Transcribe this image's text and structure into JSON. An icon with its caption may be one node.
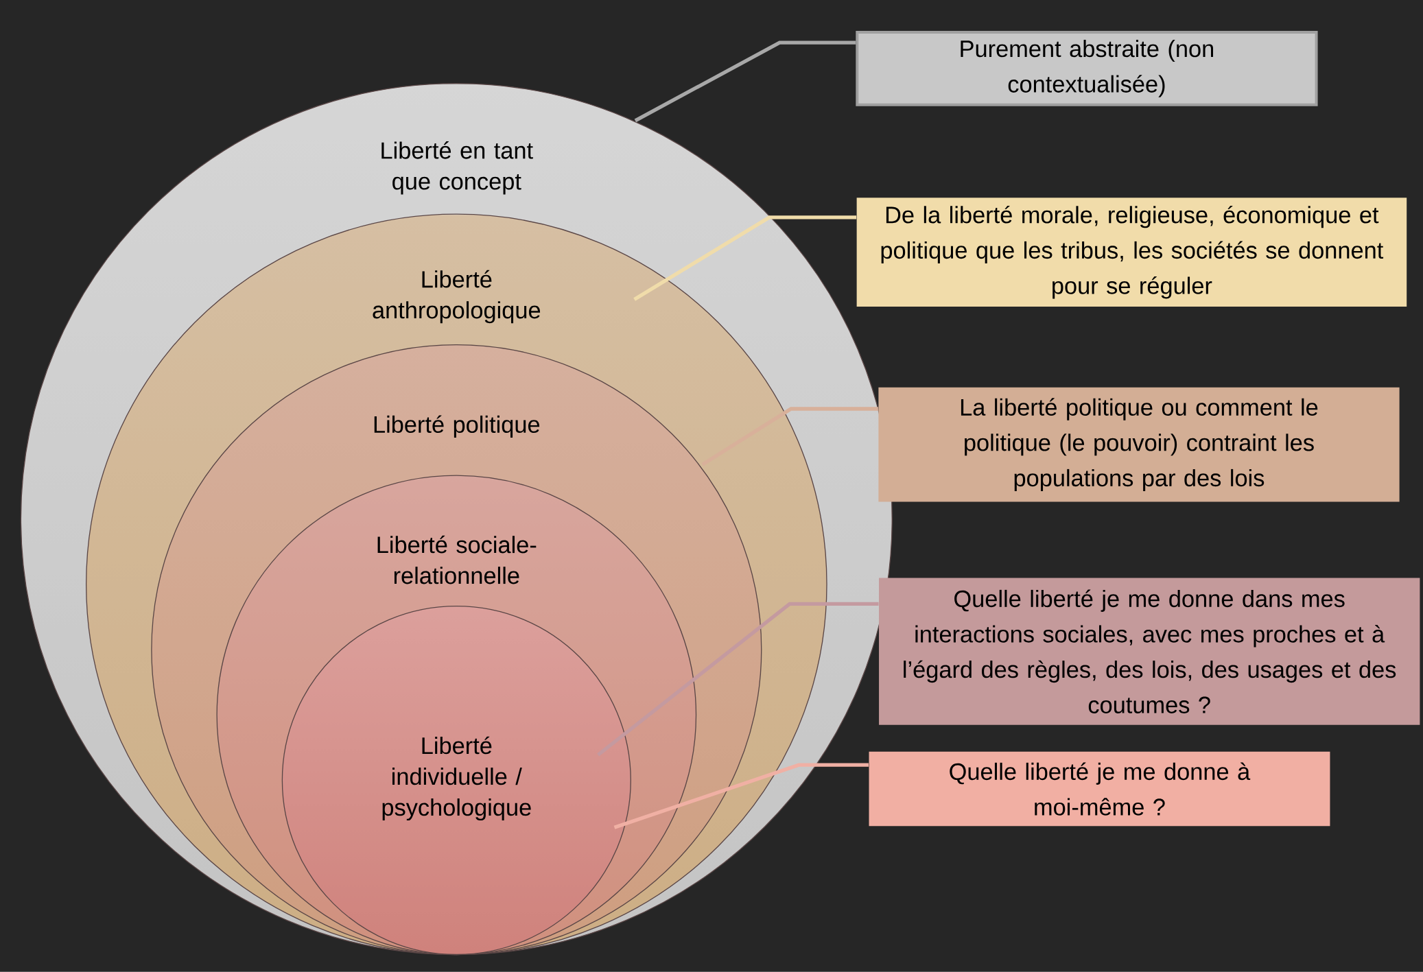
{
  "diagram": {
    "nodes": [
      {
        "text": [
          "Liberté en tant que concept"
        ]
      },
      {
        "text": [
          "Liberté anthropologique"
        ],
        "in": 0
      },
      {
        "text": [
          "Liberté politique"
        ],
        "in": 1
      },
      {
        "text": [
          "Liberté sociale-relationnelle"
        ],
        "in": 2
      },
      {
        "text": [
          "Liberté individuelle / psychologique"
        ],
        "in": 3
      },
      {
        "text": [
          "Purement abstraite (non contextualisée)"
        ]
      },
      {
        "text": [
          "De la liberté morale, religieuse, économique et politique que les tribus, les sociétés se donnent pour se réguler"
        ]
      },
      {
        "text": [
          "La liberté politique ou comment le politique (le pouvoir) contraint les populations par des lois"
        ]
      },
      {
        "text": [
          "Quelle liberté je me donne dans mes interactions sociales, avec mes proches et à l’égard des règles, des lois, des usages et des coutumes ?"
        ]
      },
      {
        "text": [
          "Quelle liberté je me donne à moi-même ?"
        ]
      }
    ],
    "edges": [
      {
        "from": 5,
        "to": 0,
        "arrow": "none",
        "color": "#a8a8a8"
      },
      {
        "from": 6,
        "to": 1,
        "arrow": "none",
        "color": "#f0dcaa"
      },
      {
        "from": 7,
        "to": 2,
        "arrow": "none",
        "color": "#d8b09a"
      },
      {
        "from": 8,
        "to": 3,
        "arrow": "none",
        "color": "#c49aa0"
      },
      {
        "from": 9,
        "to": 4,
        "arrow": "none",
        "color": "#f0b0a4"
      }
    ]
  }
}
